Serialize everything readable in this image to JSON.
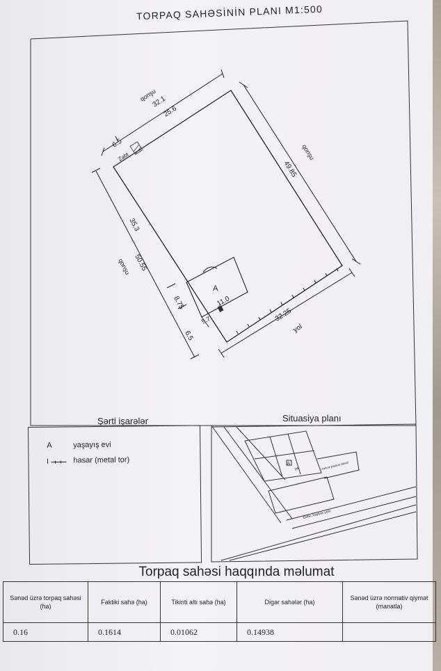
{
  "document": {
    "title": "TORPAQ SAHƏSİNİN PLANI M1:500"
  },
  "plan": {
    "dimensions": {
      "top_total": "32.1",
      "top_inner": "25.6",
      "top_offset": "6.5",
      "right_side": "49.85",
      "left_side": "50.55",
      "left_upper": "35.3",
      "left_mid": "8.75",
      "left_lower": "6.5",
      "bottom": "32.25",
      "house_width": "11.0",
      "house_offset": "5.7"
    },
    "neighbors": {
      "top": "qonşu",
      "right": "qonşu",
      "left": "qonşu",
      "bottom": "yol"
    },
    "labels": {
      "building": "A",
      "corner_mark": "Zəbt"
    }
  },
  "legend": {
    "title": "Şərti işarələr",
    "items": [
      {
        "symbol": "A",
        "text": "yaşayış evi"
      },
      {
        "symbol": "hasar-symbol",
        "text": "hasar (metal tor)"
      }
    ]
  },
  "situation": {
    "title": "Situasiya planı",
    "street_labels": [
      "Gobu Xoşbəx yolu",
      "yol",
      "mərkəz yaşayış sahəsi"
    ],
    "marker": "B"
  },
  "info": {
    "title": "Torpaq sahəsi haqqında məlumat",
    "headers": [
      "Sənəd üzrə torpaq sahəsi (ha)",
      "Faktiki sahə (ha)",
      "Tikinti altı sahə (ha)",
      "Digər sahələr (ha)",
      "Sənəd üzrə normativ qiymət (manatla)"
    ],
    "values": [
      "0.16",
      "0.1614",
      "0.01062",
      "0.14938",
      ""
    ]
  }
}
